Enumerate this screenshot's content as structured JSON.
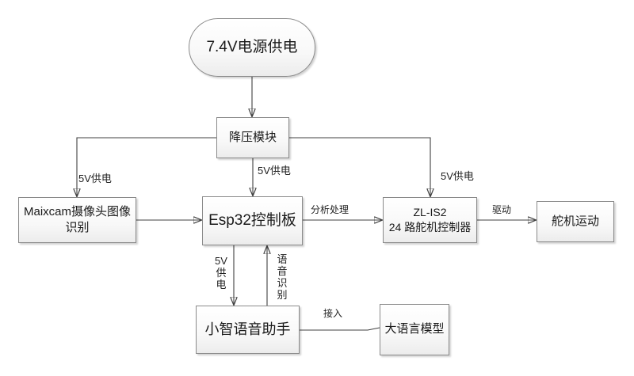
{
  "diagram": {
    "nodes": {
      "power_supply": {
        "label": "7.4V电源供电"
      },
      "buck_module": {
        "label": "降压模块"
      },
      "maixcam": {
        "label": "Maixcam摄像头图像识别"
      },
      "esp32": {
        "label": "Esp32控制板"
      },
      "servo_controller": {
        "line1": "ZL-IS2",
        "line2": "24 路舵机控制器"
      },
      "servo_motion": {
        "label": "舵机运动"
      },
      "voice_assistant": {
        "label": "小智语音助手"
      },
      "llm": {
        "label": "大语言模型"
      }
    },
    "edge_labels": {
      "supply_left": "5V供电",
      "supply_center": "5V供电",
      "supply_right": "5V供电",
      "analysis": "分析处理",
      "drive": "驱动",
      "supply_down": "5V供电",
      "voice_recognition": "语音识别",
      "access": "接入"
    },
    "colors": {
      "line": "#404040",
      "arrowhead": "#1f1f1f",
      "box_border": "#8a8a8a",
      "box_fill": "#f4f4f4"
    }
  }
}
